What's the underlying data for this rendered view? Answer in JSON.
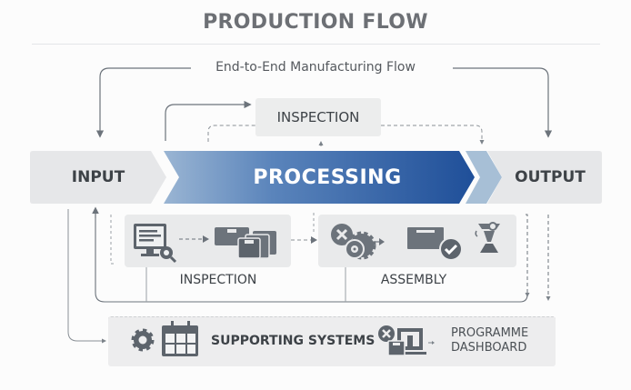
{
  "title": "PRODUCTION FLOW",
  "subtitle": "End-to-End Manufacturing Flow",
  "top_box": {
    "label": "INSPECTION"
  },
  "stages": {
    "input": "INPUT",
    "processing": "PROCESSING",
    "output": "OUTPUT"
  },
  "sub_panels": {
    "inspection": {
      "label": "INSPECTION",
      "icons": [
        "monitor-search-icon",
        "boxes-icon"
      ]
    },
    "assembly": {
      "label": "ASSEMBLY",
      "icons": [
        "gears-icon",
        "box-check-icon",
        "robot-arm-icon"
      ]
    }
  },
  "supporting": {
    "label": "SUPPORTING SYSTEMS",
    "icons": [
      "gear-icon",
      "calendar-icon",
      "devices-icon"
    ],
    "dashboard_line1": "PROGRAMME",
    "dashboard_line2": "DASHBOARD"
  },
  "colors": {
    "processing_start": "#9ab5d3",
    "processing_end": "#1f4f99",
    "stage_box": "#e6e7e9",
    "chevron_light": "#a7bfd6",
    "line": "#6c737b",
    "text_dark": "#3d4247"
  }
}
